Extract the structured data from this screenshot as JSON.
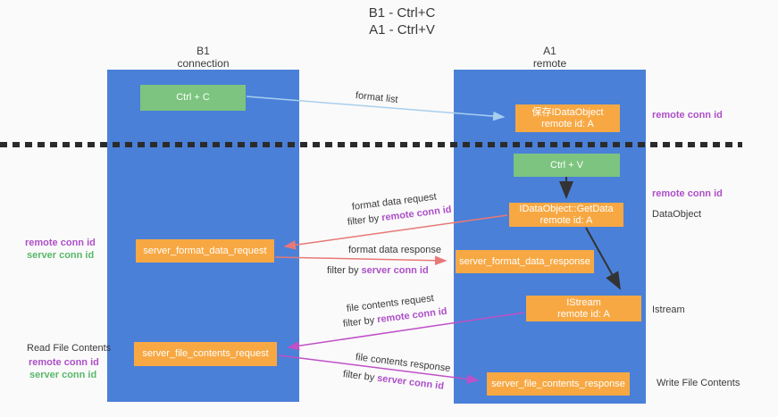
{
  "title": {
    "line1": "B1 - Ctrl+C",
    "line2": "A1 - Ctrl+V"
  },
  "columns": {
    "left": {
      "name": "B1",
      "subtitle": "connection"
    },
    "right": {
      "name": "A1",
      "subtitle": "remote"
    }
  },
  "boxes": {
    "ctrl_c": "Ctrl + C",
    "ctrl_v": "Ctrl + V",
    "save_idataobject": {
      "line1": "保存IDataObject",
      "line2": "remote id: A"
    },
    "idataobject_getdata": {
      "line1": "IDataObject::GetData",
      "line2": "remote id: A"
    },
    "istream": {
      "line1": "IStream",
      "line2": "remote id: A"
    },
    "server_format_data_request": "server_format_data_request",
    "server_format_data_response": "server_format_data_response",
    "server_file_contents_request": "server_file_contents_request",
    "server_file_contents_response": "server_file_contents_response"
  },
  "edge_labels": {
    "format_list": "format list",
    "format_data_request": "format data request",
    "format_data_response": "format data response",
    "file_contents_request": "file contents request",
    "file_contents_response": "file contents response",
    "filter_by": "filter by ",
    "remote_conn_id": "remote conn id",
    "server_conn_id": "server conn id"
  },
  "side_labels": {
    "remote_conn_id": "remote conn id",
    "server_conn_id": "server conn id",
    "read_file_contents": "Read File Contents",
    "write_file_contents": "Write File Contents",
    "dataobject": "DataObject",
    "istream": "Istream"
  },
  "colors": {
    "column_blue": "#4A80D8",
    "box_orange": "#F7A843",
    "box_green": "#7CC47F",
    "arrow_light_blue": "#A8CFEE",
    "arrow_red": "#E87876",
    "arrow_magenta": "#C050C8",
    "arrow_black": "#333333",
    "text_purple": "#AE4FC8",
    "text_green": "#58B868",
    "text_dark": "#3A3A3A"
  }
}
